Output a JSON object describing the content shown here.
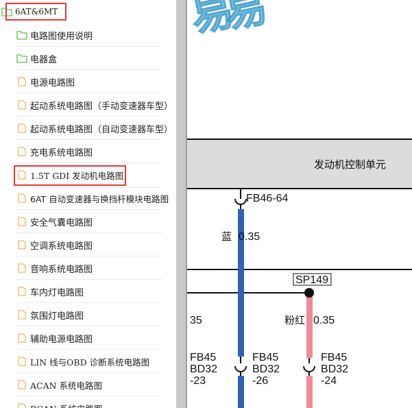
{
  "sidebar": {
    "root": {
      "label": "6AT&6MT"
    },
    "items": [
      {
        "label": "电路图使用说明",
        "type": "folder"
      },
      {
        "label": "电器盒",
        "type": "folder"
      },
      {
        "label": "电源电路图",
        "type": "file"
      },
      {
        "label": "起动系统电路图（手动变速器车型）",
        "type": "file"
      },
      {
        "label": "起动系统电路图（自动变速器车型）",
        "type": "file"
      },
      {
        "label": "充电系统电路图",
        "type": "file"
      },
      {
        "label": "1.5T GDI 发动机电路图",
        "type": "file",
        "selected": true
      },
      {
        "label": "6AT 自动变速器与换挡杆模块电路图",
        "type": "file"
      },
      {
        "label": "安全气囊电路图",
        "type": "file"
      },
      {
        "label": "空调系统电路图",
        "type": "file"
      },
      {
        "label": "音响系统电路图",
        "type": "file"
      },
      {
        "label": "车内灯电路图",
        "type": "file"
      },
      {
        "label": "氛围灯电路图",
        "type": "file"
      },
      {
        "label": "辅助电源电路图",
        "type": "file"
      },
      {
        "label": "LIN 线与OBD 诊断系统电路图",
        "type": "file"
      },
      {
        "label": "ACAN 系统电路图",
        "type": "file"
      },
      {
        "label": "BCAN 系统电路图",
        "type": "file"
      }
    ]
  },
  "diagram": {
    "watermark": "易",
    "ecu_label": "发动机控制单元",
    "connector_top": "FB46-64",
    "wire_blue": {
      "color_name": "蓝",
      "gauge": "0.35"
    },
    "splice": "SP149",
    "wire_pink": {
      "color_name": "粉红",
      "gauge": "0.35"
    },
    "left_partial": "35",
    "conn_left": {
      "l1": "FB45",
      "l2": "BD32",
      "l3": "-23"
    },
    "conn_mid": {
      "l1": "FB45",
      "l2": "BD32",
      "l3": "-26"
    },
    "conn_right": {
      "l1": "FB45",
      "l2": "BD32",
      "l3": "-24"
    }
  },
  "colors": {
    "highlight": "#e53935",
    "wire_blue": "#2f63b6",
    "wire_pink": "#f08a97",
    "folder": "#5fbf4a",
    "file": "#f0b46a",
    "ecu_fill": "#dcdcdc"
  }
}
